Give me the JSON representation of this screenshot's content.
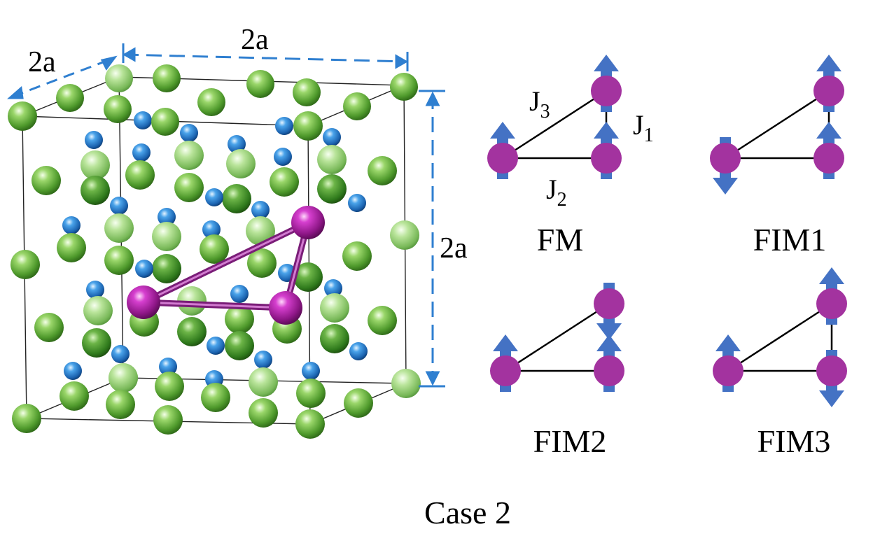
{
  "figure": {
    "caption": "Case 2",
    "colors": {
      "host_atom": "#6fbf3a",
      "small_atom": "#2a86d6",
      "magnetic_atom": "#a0209a",
      "bond": "#9a2a98",
      "dimension_line": "#2f7fd0",
      "spin_arrow": "#4472c4",
      "spin_site": "#a3339f",
      "cell_edge": "#222222"
    }
  },
  "crystal": {
    "width_label": "2a",
    "depth_label": "2a",
    "height_label": "2a"
  },
  "exchange": {
    "j1": {
      "letter": "J",
      "sub": "1"
    },
    "j2": {
      "letter": "J",
      "sub": "2"
    },
    "j3": {
      "letter": "J",
      "sub": "3"
    }
  },
  "configs": [
    {
      "id": "FM",
      "label": "FM",
      "spins": [
        "up",
        "up",
        "up"
      ]
    },
    {
      "id": "FIM1",
      "label": "FIM1",
      "spins": [
        "down",
        "up",
        "up"
      ]
    },
    {
      "id": "FIM2",
      "label": "FIM2",
      "spins": [
        "up",
        "down",
        "up"
      ]
    },
    {
      "id": "FIM3",
      "label": "FIM3",
      "spins": [
        "up",
        "up",
        "down"
      ]
    }
  ],
  "icons": {
    "spin_up": "arrow-up-icon",
    "spin_down": "arrow-down-icon"
  }
}
